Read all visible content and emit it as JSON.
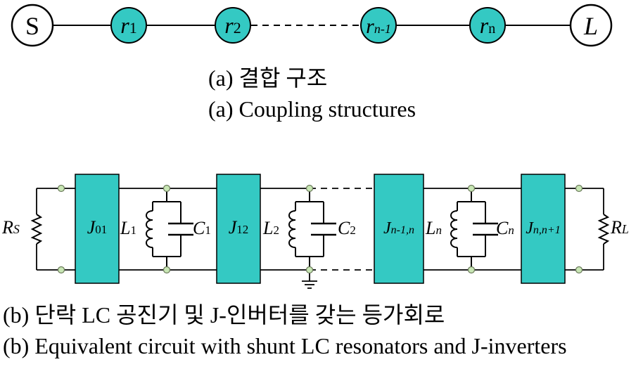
{
  "colors": {
    "resonator": "#34c9c3",
    "line": "#000000",
    "node": "#c8e6b4",
    "node_stroke": "#6a7a5a",
    "background": "#ffffff"
  },
  "coupling": {
    "source": "S",
    "load": "L",
    "resonators": [
      {
        "base": "r",
        "sub": "1"
      },
      {
        "base": "r",
        "sub": "2"
      },
      {
        "base": "r",
        "sub": "n-1"
      },
      {
        "base": "r",
        "sub": "n"
      }
    ]
  },
  "captions": {
    "a_korean": "(a)  결합  구조",
    "a_english": "(a)  Coupling  structures",
    "b_korean": "(b)  단락  LC  공진기  및  J-인버터를  갖는  등가회로",
    "b_english": "(b)  Equivalent  circuit  with  shunt  LC  resonators  and  J-inverters"
  },
  "circuit": {
    "rs": {
      "base": "R",
      "sub": "S"
    },
    "rl": {
      "base": "R",
      "sub": "L"
    },
    "inverters": [
      {
        "base": "J",
        "sub": "01"
      },
      {
        "base": "J",
        "sub": "12"
      },
      {
        "base": "J",
        "sub": "n-1,n"
      },
      {
        "base": "J",
        "sub": "n,n+1"
      }
    ],
    "inductors": [
      {
        "base": "L",
        "sub": "1"
      },
      {
        "base": "L",
        "sub": "2"
      },
      {
        "base": "L",
        "sub": "n"
      }
    ],
    "capacitors": [
      {
        "base": "C",
        "sub": "1"
      },
      {
        "base": "C",
        "sub": "2"
      },
      {
        "base": "C",
        "sub": "n"
      }
    ]
  }
}
